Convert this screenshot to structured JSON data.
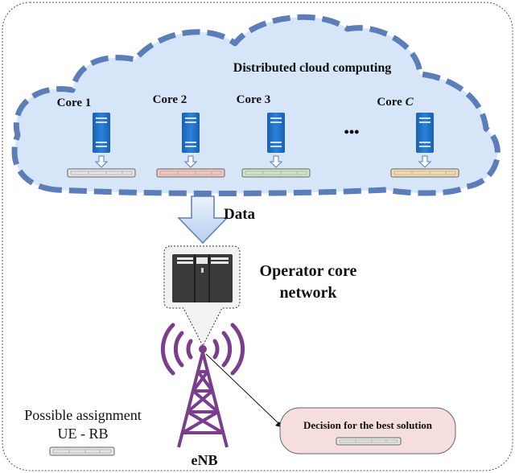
{
  "cloud": {
    "title": "Distributed cloud computing",
    "cores": [
      {
        "label": "Core 1",
        "bar_color": "#e6e6e6"
      },
      {
        "label": "Core 2",
        "bar_color": "#f3c7c2"
      },
      {
        "label": "Core 3",
        "bar_color": "#d3e6c6"
      },
      {
        "label_prefix": "Core ",
        "label_var": "C",
        "bar_color": "#f5dcb4"
      }
    ],
    "ellipsis": "•••"
  },
  "flow": {
    "data_label": "Data"
  },
  "operator": {
    "label_line1": "Operator core",
    "label_line2": "network"
  },
  "enb": {
    "label": "eNB"
  },
  "decision": {
    "label": "Decision for the best solution"
  },
  "legend": {
    "line1": "Possible assignment",
    "line2": "UE - RB"
  },
  "colors": {
    "cloud_fill": "#d6e6f8",
    "cloud_dash": "#5b7db8",
    "server_blue": "#1f6fc5",
    "tower_purple": "#7a3e8c",
    "decision_fill": "#f7dede",
    "operator_fill": "#3a3a3a"
  },
  "icons": [
    "server-icon",
    "down-arrow-icon",
    "tower-icon",
    "signal-waves-icon",
    "operator-server-icon"
  ]
}
